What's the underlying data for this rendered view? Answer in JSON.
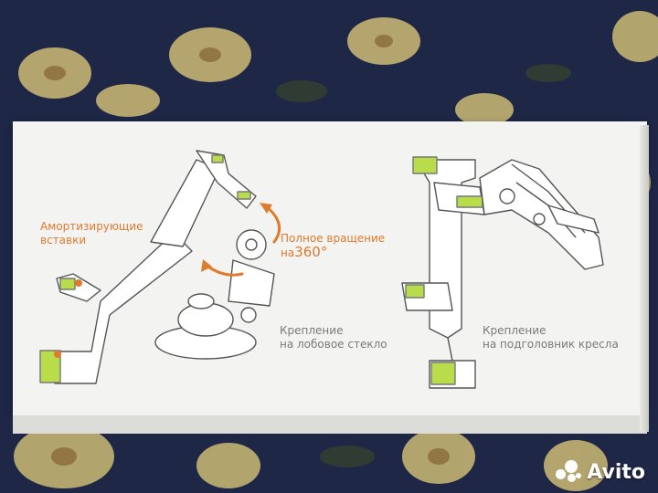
{
  "labels": {
    "shock_inserts_line1": "Амортизирующие",
    "shock_inserts_line2": "вставки",
    "rotation_line1": "Полное вращение",
    "rotation_prefix": "на",
    "rotation_value": "360°",
    "windshield_line1": "Крепление",
    "windshield_line2": "на лобовое стекло",
    "headrest_line1": "Крепление",
    "headrest_line2": "на подголовник кресла"
  },
  "watermark": {
    "text": "Avito"
  },
  "colors": {
    "accent_orange": "#e07a2e",
    "accent_green": "#b8dc4a",
    "box_white": "#f3f3f1",
    "fabric_navy": "#1f2747",
    "flower_yellow": "#d6c27a"
  }
}
